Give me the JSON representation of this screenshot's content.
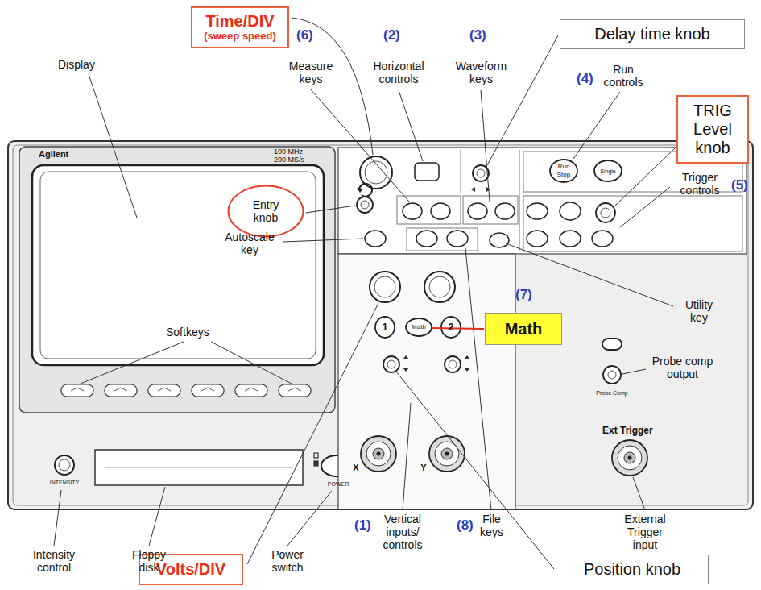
{
  "diagram": {
    "nodes": [
      {
        "text": [
          "Time/DIV",
          "(sweep speed)"
        ]
      },
      {
        "text": [
          "Delay time knob"
        ]
      },
      {
        "text": [
          "Entry knob"
        ]
      },
      {
        "text": [
          "TRIG Level knob"
        ]
      },
      {
        "text": [
          "Math"
        ]
      },
      {
        "text": [
          "Volts/DIV"
        ]
      },
      {
        "text": [
          "Position knob"
        ]
      }
    ],
    "labels": [
      "(6)",
      "Measure keys",
      "(2)",
      "Horizontal controls",
      "(3)",
      "Waveform keys",
      "(4)",
      "Run controls",
      "Display",
      "Autoscale key",
      "Softkeys",
      "Trigger controls",
      "(5)",
      "(7)",
      "Utility key",
      "Probe comp output",
      "External Trigger input",
      "Intensity control",
      "Floppy disk",
      "Power switch",
      "(1)",
      "Vertical inputs/ controls",
      "(8)",
      "File keys",
      "Agilent",
      "100 MHz",
      "200 MS/s",
      "Run",
      "Stop",
      "Single",
      "1",
      "Math",
      "2",
      "X",
      "Y",
      "Ext Trigger",
      "Probe Comp",
      "INTENSITY",
      "POWER"
    ]
  }
}
